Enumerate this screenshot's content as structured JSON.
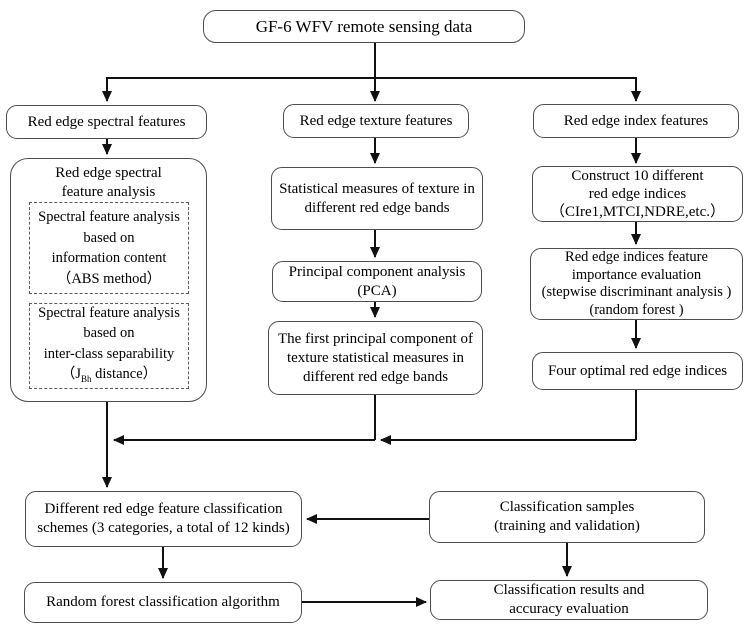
{
  "diagram": {
    "title": "GF-6 WFV remote sensing data",
    "left_column": {
      "header": "Red edge spectral features",
      "analysis_box": {
        "title_lines": [
          "Red edge spectral",
          "feature analysis"
        ],
        "info_content_box": {
          "lines": [
            "Spectral feature analysis",
            "based on",
            "information content",
            "（ABS method）"
          ]
        },
        "separability_box": {
          "lines": [
            "Spectral feature analysis",
            "based on",
            "inter-class separability"
          ],
          "jbh_prefix": "（J",
          "jbh_sub": "Bh",
          "jbh_suffix": " distance）"
        }
      }
    },
    "middle_column": {
      "header": "Red edge texture features",
      "statistical_box": {
        "lines": [
          "Statistical measures of texture  in",
          "different red edge bands"
        ]
      },
      "pca_box": {
        "lines": [
          "Principal component analysis",
          "(PCA)"
        ]
      },
      "first_pc_box": {
        "lines": [
          "The first principal component of",
          "texture statistical measures in",
          "different red edge bands"
        ]
      }
    },
    "right_column": {
      "header": "Red edge index features",
      "construct_box": {
        "lines": [
          "Construct 10 different",
          "red edge indices",
          "（CIre1,MTCI,NDRE,etc.）"
        ]
      },
      "importance_box": {
        "lines": [
          "Red edge indices feature",
          "importance evaluation",
          "(stepwise discriminant analysis )",
          "(random forest )"
        ]
      },
      "optimal_box": {
        "lines": [
          "Four optimal red edge indices"
        ]
      }
    },
    "bottom": {
      "schemes_box": {
        "lines": [
          "Different red edge feature classification",
          "schemes (3 categories, a total of 12 kinds)"
        ]
      },
      "samples_box": {
        "lines": [
          "Classification samples",
          "(training and validation)"
        ]
      },
      "random_forest_box": {
        "lines": [
          "Random forest classification algorithm"
        ]
      },
      "results_box": {
        "lines": [
          "Classification results and",
          "accuracy evaluation"
        ]
      }
    },
    "colors": {
      "line": "#111111",
      "border": "#4d4d4d",
      "background": "#ffffff"
    }
  }
}
